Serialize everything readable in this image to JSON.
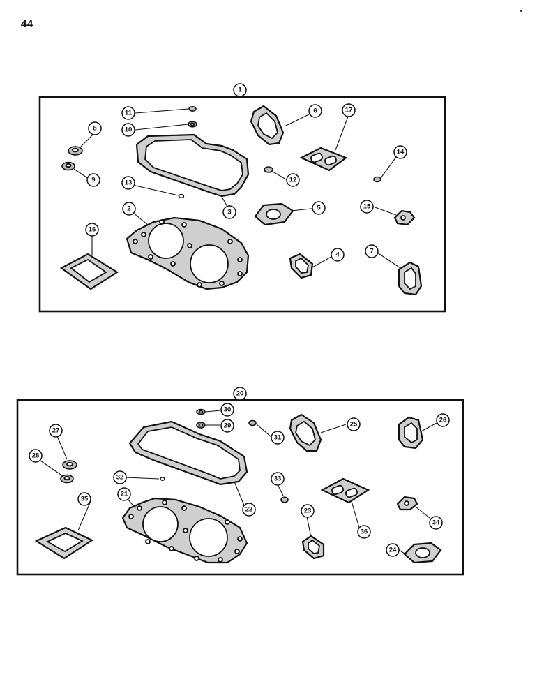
{
  "page": {
    "number": "44"
  },
  "kits": [
    {
      "id": "1",
      "parts": [
        "2",
        "3",
        "4",
        "5",
        "6",
        "7",
        "8",
        "9",
        "10",
        "11",
        "12",
        "13",
        "14",
        "15",
        "16",
        "17"
      ]
    },
    {
      "id": "20",
      "parts": [
        "21",
        "22",
        "23",
        "24",
        "25",
        "26",
        "27",
        "28",
        "29",
        "30",
        "31",
        "32",
        "33",
        "34",
        "35",
        "36"
      ]
    }
  ],
  "colors": {
    "ink": "#111111",
    "gasket": "#cfcfcf",
    "paper": "#ffffff"
  }
}
